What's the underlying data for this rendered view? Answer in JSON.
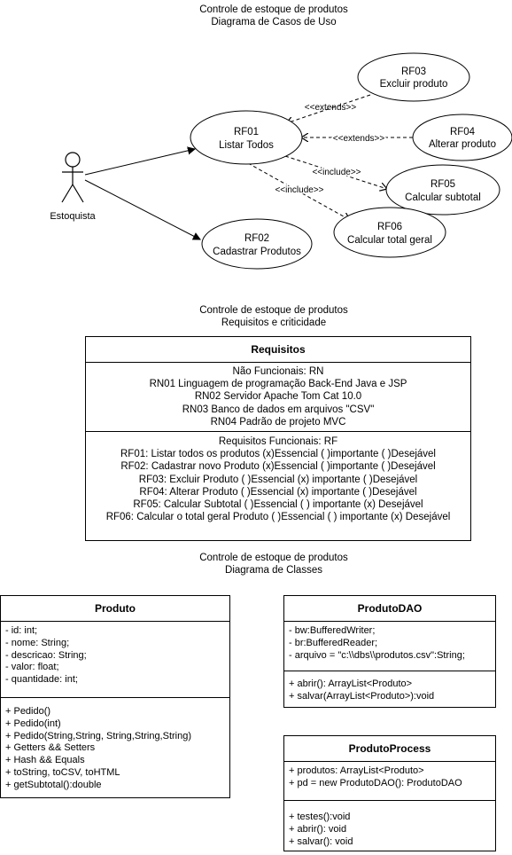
{
  "usecase": {
    "title_lines": [
      "Controle de estoque de produtos",
      "Diagrama de Casos de Uso"
    ],
    "actor": {
      "label": "Estoquista"
    },
    "cases": [
      {
        "id": "rf01",
        "code": "RF01",
        "name": "Listar Todos"
      },
      {
        "id": "rf02",
        "code": "RF02",
        "name": "Cadastrar Produtos"
      },
      {
        "id": "rf03",
        "code": "RF03",
        "name": "Excluir produto"
      },
      {
        "id": "rf04",
        "code": "RF04",
        "name": "Alterar produto"
      },
      {
        "id": "rf05",
        "code": "RF05",
        "name": "Calcular subtotal"
      },
      {
        "id": "rf06",
        "code": "RF06",
        "name": "Calcular total geral"
      }
    ],
    "relations": [
      {
        "from": "rf03",
        "to": "rf01",
        "label": "<<extends>>"
      },
      {
        "from": "rf04",
        "to": "rf01",
        "label": "<<extends>>"
      },
      {
        "from": "rf01",
        "to": "rf05",
        "label": "<<include>>"
      },
      {
        "from": "rf01",
        "to": "rf06",
        "label": "<<include>>"
      }
    ]
  },
  "requirements": {
    "title_lines": [
      "Controle de estoque de produtos",
      "Requisitos e criticidade"
    ],
    "header": "Requisitos",
    "non_functional": [
      "Não Funcionais: RN",
      "RN01 Linguagem de programação Back-End Java e JSP",
      "RN02 Servidor Apache Tom Cat 10.0",
      "RN03 Banco de dados em arquivos \"CSV\"",
      "RN04 Padrão de projeto MVC"
    ],
    "functional": [
      "Requisitos Funcionais: RF",
      "RF01: Listar todos os produtos (x)Essencial ( )importante ( )Desejável",
      "RF02: Cadastrar novo Produto (x)Essencial ( )importante ( )Desejável",
      "RF03: Excluir Produto ( )Essencial (x) importante ( )Desejável",
      "RF04: Alterar Produto ( )Essencial (x) importante ( )Desejável",
      "RF05: Calcular Subtotal ( )Essencial ( ) importante (x) Desejável",
      "RF06: Calcular o total geral Produto ( )Essencial ( ) importante (x) Desejável"
    ]
  },
  "classes": {
    "title_lines": [
      "Controle de estoque de produtos",
      "Diagrama de Classes"
    ],
    "produto": {
      "name": "Produto",
      "attributes": [
        "- id: int;",
        "- nome: String;",
        "- descricao: String;",
        "- valor: float;",
        "- quantidade: int;"
      ],
      "methods": [
        "+ Pedido()",
        "+ Pedido(int)",
        "+ Pedido(String,String, String,String,String)",
        "+ Getters && Setters",
        "+ Hash && Equals",
        "+ toString, toCSV, toHTML",
        "+ getSubtotal():double"
      ]
    },
    "produtoDAO": {
      "name": "ProdutoDAO",
      "attributes": [
        "- bw:BufferedWriter;",
        "- br:BufferedReader;",
        "- arquivo = \"c:\\\\dbs\\\\produtos.csv\":String;"
      ],
      "methods": [
        "+ abrir(): ArrayList<Produto>",
        "+ salvar(ArrayList<Produto>):void"
      ]
    },
    "produtoProcess": {
      "name": "ProdutoProcess",
      "attributes": [
        "+ produtos: ArrayList<Produto>",
        "+ pd = new ProdutoDAO(): ProdutoDAO"
      ],
      "methods": [
        "+ testes():void",
        "+ abrir(): void",
        "+ salvar(): void"
      ]
    }
  }
}
